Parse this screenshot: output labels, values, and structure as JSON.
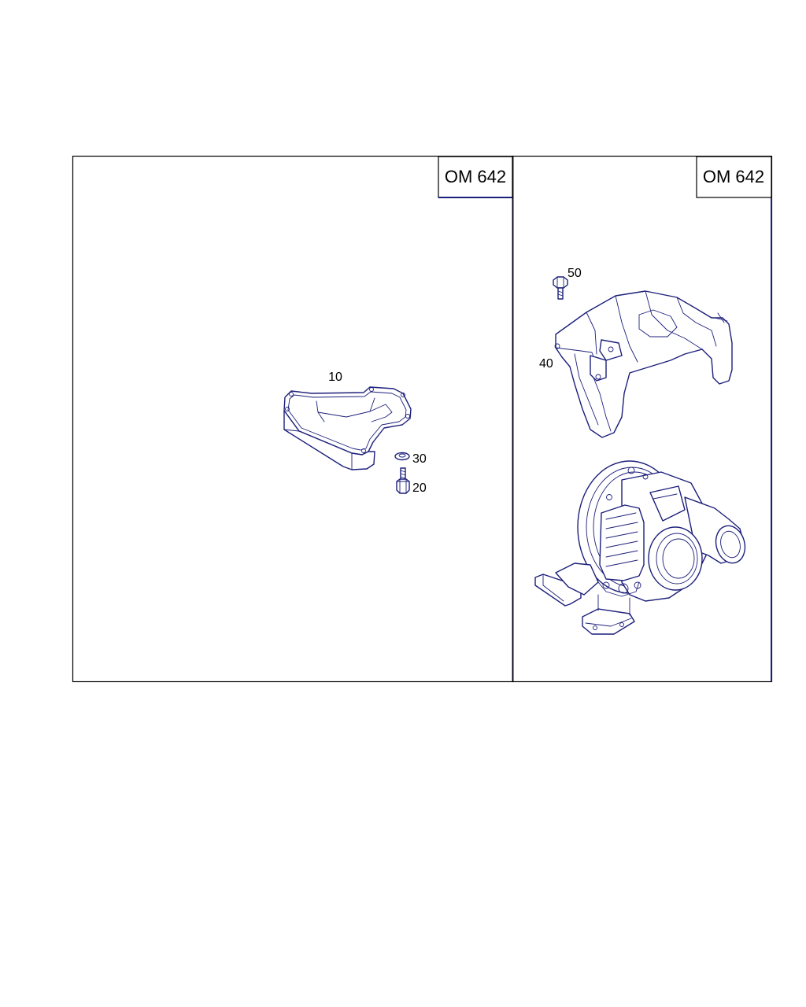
{
  "panels": [
    {
      "model_label": "OM 642",
      "parts": [
        {
          "label": "10",
          "icon": "oil-pan-icon"
        },
        {
          "label": "30",
          "icon": "washer-icon"
        },
        {
          "label": "20",
          "icon": "bolt-icon"
        }
      ]
    },
    {
      "model_label": "OM 642",
      "parts": [
        {
          "label": "50",
          "icon": "screw-icon"
        },
        {
          "label": "40",
          "icon": "heat-shield-icon"
        },
        {
          "label": "",
          "icon": "turbocharger-icon"
        }
      ]
    }
  ],
  "colors": {
    "line": "#1c1f7a",
    "frame": "#000000",
    "background": "#ffffff"
  }
}
